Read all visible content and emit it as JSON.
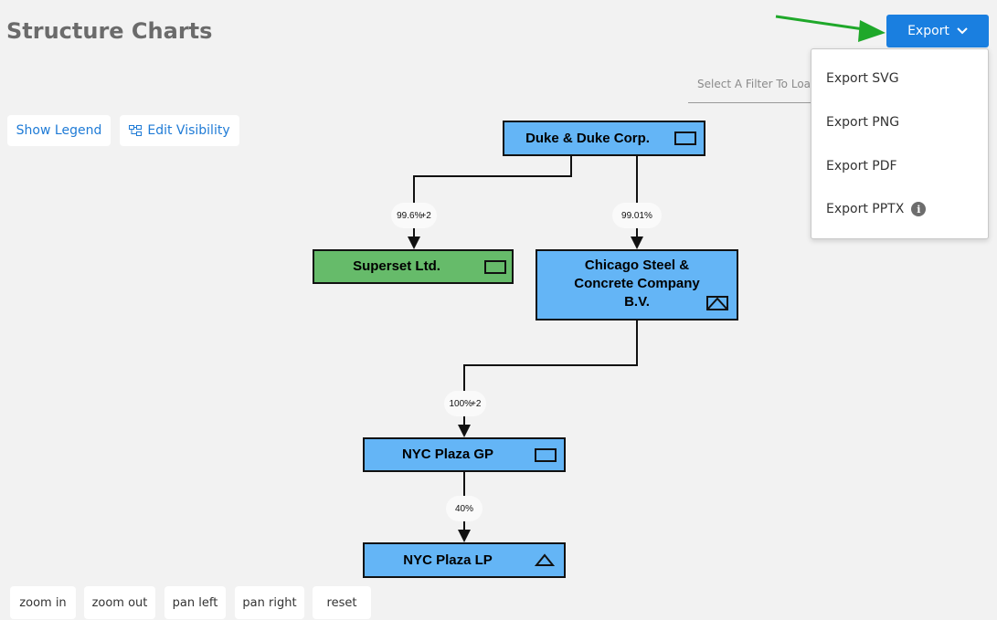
{
  "page": {
    "title": "Structure Charts"
  },
  "toolbar": {
    "show_legend": "Show Legend",
    "edit_visibility": "Edit Visibility",
    "filter_placeholder": "Select A Filter To Load"
  },
  "export": {
    "label": "Export",
    "menu": [
      "Export SVG",
      "Export PNG",
      "Export PDF",
      "Export PPTX"
    ],
    "info_glyph": "i"
  },
  "chart": {
    "nodes": {
      "duke": "Duke & Duke Corp.",
      "superset": "Superset Ltd.",
      "chicago_lines": [
        "Chicago Steel &",
        "Concrete Company",
        "B.V."
      ],
      "nyc_gp": "NYC Plaza GP",
      "nyc_lp": "NYC Plaza LP"
    },
    "edges": {
      "duke_superset": {
        "pct": "99.6%",
        "extra": "+2"
      },
      "duke_chicago": {
        "pct": "99.01%"
      },
      "chicago_gp": {
        "pct": "100%",
        "extra": "+2"
      },
      "gp_lp": {
        "pct": "40%"
      }
    },
    "colors": {
      "blue": "#64b5f6",
      "green": "#66bb6a"
    }
  },
  "controls": [
    "zoom in",
    "zoom out",
    "pan left",
    "pan right",
    "reset"
  ],
  "annotation": {
    "arrow_color": "#1fa82a"
  }
}
